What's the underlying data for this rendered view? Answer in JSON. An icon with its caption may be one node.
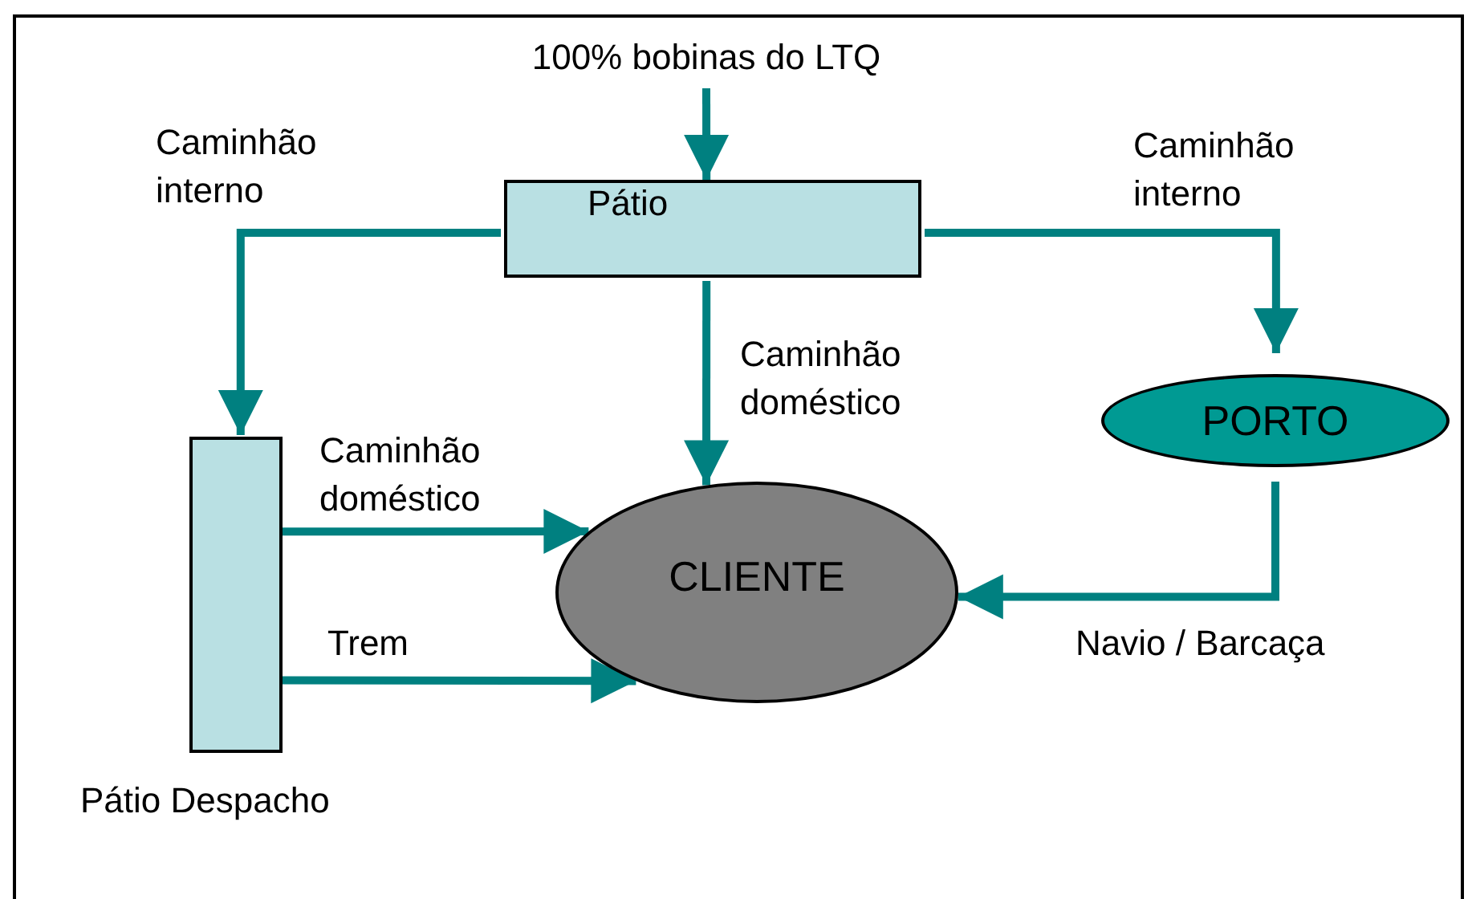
{
  "diagram": {
    "nodes": [
      {
        "text": [
          "100% bobinas do LTQ"
        ]
      },
      {
        "text": [
          "Pátio"
        ]
      },
      {
        "text": [
          "Pátio Despacho"
        ]
      },
      {
        "text": [
          "PORTO"
        ]
      },
      {
        "text": [
          "CLIENTE"
        ]
      }
    ],
    "edges": [
      {
        "from": 0,
        "to": 1,
        "arrow": "to"
      },
      {
        "from": 1,
        "to": 2,
        "arrow": "to",
        "label": "Caminhão interno"
      },
      {
        "from": 1,
        "to": 3,
        "arrow": "to",
        "label": "Caminhão interno"
      },
      {
        "from": 1,
        "to": 4,
        "arrow": "to",
        "label": "Caminhão doméstico"
      },
      {
        "from": 2,
        "to": 4,
        "arrow": "to",
        "label": "Caminhão doméstico"
      },
      {
        "from": 2,
        "to": 4,
        "arrow": "to",
        "label": "Trem"
      },
      {
        "from": 3,
        "to": 4,
        "arrow": "to",
        "label": "Navio / Barcaça"
      }
    ]
  }
}
